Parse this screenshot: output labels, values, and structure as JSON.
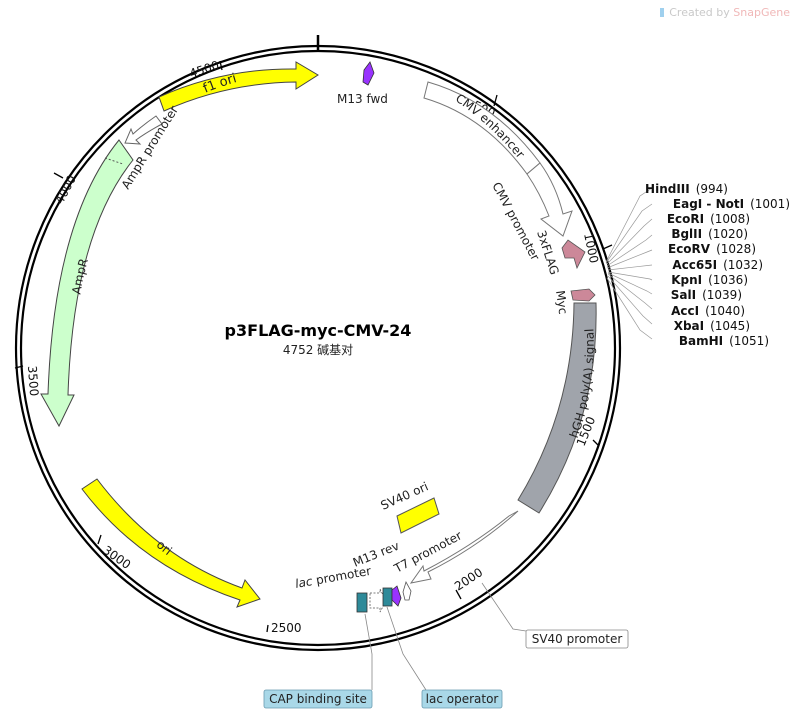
{
  "watermark": {
    "prefix": "Created by ",
    "brand": "SnapGene"
  },
  "plasmid": {
    "name": "p3FLAG-myc-CMV-24",
    "size": "4752 碱基对"
  },
  "ticks": [
    "500",
    "1000",
    "1500",
    "2000",
    "2500",
    "3000",
    "3500",
    "4000",
    "4500"
  ],
  "features": {
    "f1_ori": "f1 ori",
    "m13_fwd": "M13 fwd",
    "cmv_enhancer": "CMV enhancer",
    "cmv_promoter": "CMV promoter",
    "flag": "3xFLAG",
    "myc": "Myc",
    "hgh": "hGH poly(A) signal",
    "ampr_promoter": "AmpR promoter",
    "ampr": "AmpR",
    "ori": "ori",
    "sv40_ori": "SV40 ori",
    "m13_rev": "M13 rev",
    "t7_promoter": "T7 promoter",
    "lac_promoter_italic": "lac",
    "lac_promoter_rest": " promoter",
    "sv40_promoter": "SV40 promoter",
    "cap_binding_site": "CAP binding site",
    "lac_operator": "lac operator"
  },
  "sites": [
    {
      "name": "HindIII",
      "pos": "(994)"
    },
    {
      "name": "EagI - NotI",
      "pos": "(1001)"
    },
    {
      "name": "EcoRI",
      "pos": "(1008)"
    },
    {
      "name": "BglII",
      "pos": "(1020)"
    },
    {
      "name": "EcoRV",
      "pos": "(1028)"
    },
    {
      "name": "Acc65I",
      "pos": "(1032)"
    },
    {
      "name": "KpnI",
      "pos": "(1036)"
    },
    {
      "name": "SalI",
      "pos": "(1039)"
    },
    {
      "name": "AccI",
      "pos": "(1040)"
    },
    {
      "name": "XbaI",
      "pos": "(1045)"
    },
    {
      "name": "BamHI",
      "pos": "(1051)"
    }
  ],
  "colors": {
    "f1_ori": "#ffff00",
    "ori": "#ffff00",
    "sv40_ori": "#ffff00",
    "ampr": "#ccffcc",
    "m13": "#9933ff",
    "flag": "#cc8899",
    "hgh": "#a0a4ab",
    "cap": "#2e8a99",
    "callout_fill": "#a9d8e8"
  }
}
